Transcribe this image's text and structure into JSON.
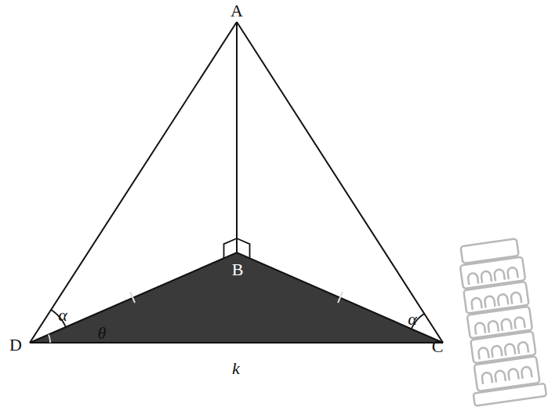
{
  "diagram": {
    "labels": [
      "A",
      "B",
      "D",
      "C",
      "k",
      "α",
      "θ",
      "α"
    ]
  }
}
